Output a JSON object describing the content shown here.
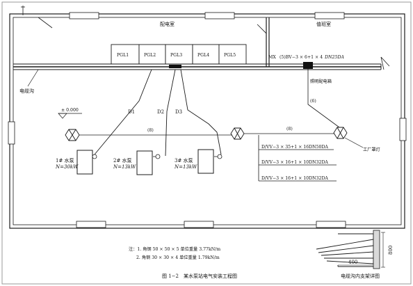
{
  "rooms": {
    "distribution_room": "配电室",
    "duty_room": "值班室"
  },
  "panels": [
    "PGL1",
    "PGL2",
    "PGL3",
    "PGL4",
    "PGL5"
  ],
  "mx_label": "MX",
  "feeder_label": "(5)BV−3 × 6+1 × 4",
  "feeder_conduit": "DN25DA",
  "lighting_box": "照明配电箱",
  "cable_trench": "电缆沟",
  "elevation": "± 0.000",
  "circuits": [
    "D1",
    "D2",
    "D3"
  ],
  "lamp_counts": [
    "(8)",
    "(8)",
    "(6)"
  ],
  "pumps": [
    {
      "name": "1# 水泵",
      "power": "N=30kW"
    },
    {
      "name": "2# 水泵",
      "power": "N=13kW"
    },
    {
      "name": "3# 水泵",
      "power": "N=13kW"
    }
  ],
  "cables": [
    "D/VV−3 × 35+1 × 16DN50DA",
    "D/VV−3 × 16+1 × 10DN32DA",
    "D/VV−3 × 16+1 × 10DN32DA"
  ],
  "factory_lamp": "工厂罩灯",
  "notes": [
    "注：1. 角钢 50 × 50 × 5 单位重量 3.77kN/m",
    "2. 角钢 30 × 30 × 4 单位重量 1.79kN/m"
  ],
  "figure_caption": "图 1−2　某水泵站电气安装工程图",
  "detail": {
    "title": "电缆沟内支架详图",
    "dim_width": "400",
    "dim_height": "800"
  }
}
